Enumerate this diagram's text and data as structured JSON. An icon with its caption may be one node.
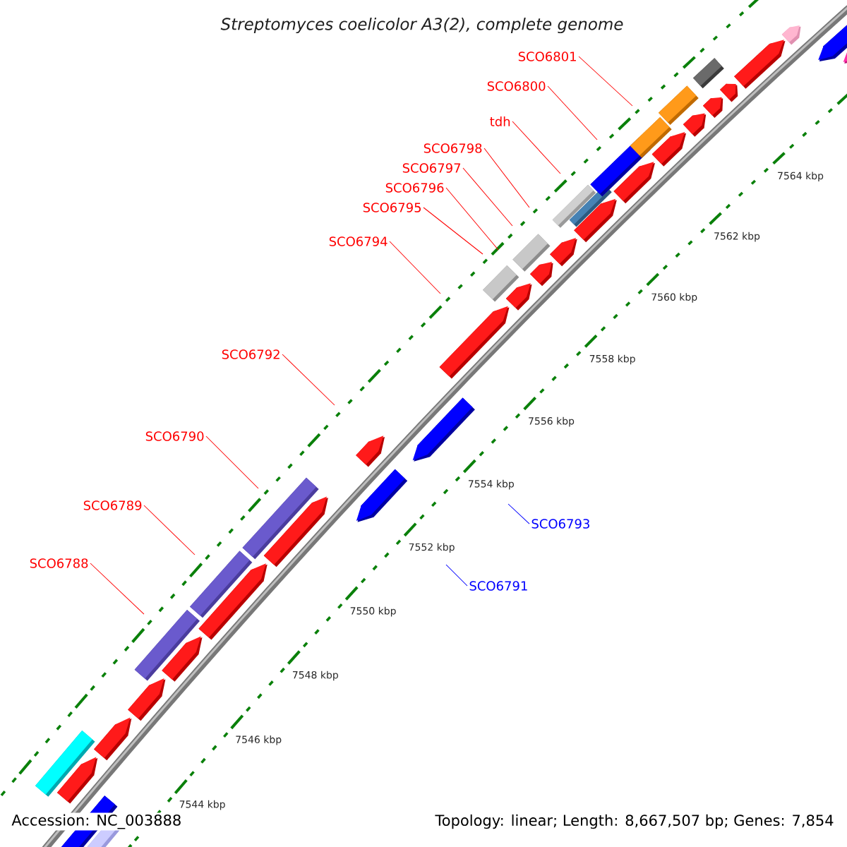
{
  "diagram": {
    "title": "Streptomyces coelicolor A3(2), complete genome",
    "nodes": [
      {
        "text": [
          "SCO6801"
        ]
      },
      {
        "text": [
          "SCO6800"
        ]
      },
      {
        "text": [
          "tdh"
        ]
      },
      {
        "text": [
          "SCO6798"
        ]
      },
      {
        "text": [
          "SCO6797"
        ]
      },
      {
        "text": [
          "SCO6796"
        ]
      },
      {
        "text": [
          "SCO6795"
        ]
      },
      {
        "text": [
          "SCO6794"
        ]
      },
      {
        "text": [
          "SCO6792"
        ]
      },
      {
        "text": [
          "SCO6790"
        ]
      },
      {
        "text": [
          "SCO6789"
        ]
      },
      {
        "text": [
          "SCO6793"
        ]
      },
      {
        "text": [
          "SCO6788"
        ]
      },
      {
        "text": [
          "SCO6791"
        ]
      }
    ],
    "edges": [
      {
        "from": 0,
        "to": null,
        "arrow": "none"
      },
      {
        "from": 1,
        "to": null,
        "arrow": "none"
      },
      {
        "from": 2,
        "to": null,
        "arrow": "none"
      },
      {
        "from": 3,
        "to": null,
        "arrow": "none"
      },
      {
        "from": 4,
        "to": null,
        "arrow": "none"
      },
      {
        "from": 5,
        "to": null,
        "arrow": "none"
      },
      {
        "from": 6,
        "to": null,
        "arrow": "none"
      },
      {
        "from": 7,
        "to": null,
        "arrow": "none"
      },
      {
        "from": 8,
        "to": null,
        "arrow": "none"
      },
      {
        "from": 9,
        "to": null,
        "arrow": "none"
      },
      {
        "from": 10,
        "to": null,
        "arrow": "none"
      },
      {
        "from": 11,
        "to": null,
        "arrow": "none",
        "color": "#0000ff"
      },
      {
        "from": 12,
        "to": null,
        "arrow": "none"
      },
      {
        "from": 13,
        "to": null,
        "arrow": "none",
        "color": "#0000ff"
      }
    ],
    "labels": [
      "7564 kbp",
      "7562 kbp",
      "7560 kbp",
      "7558 kbp",
      "7556 kbp",
      "7554 kbp",
      "7552 kbp",
      "7550 kbp",
      "7548 kbp",
      "7546 kbp",
      "7544 kbp",
      "Accession: NC_003888",
      "Topology: linear; Length: 8,667,507 bp; Genes: 7,854"
    ]
  }
}
